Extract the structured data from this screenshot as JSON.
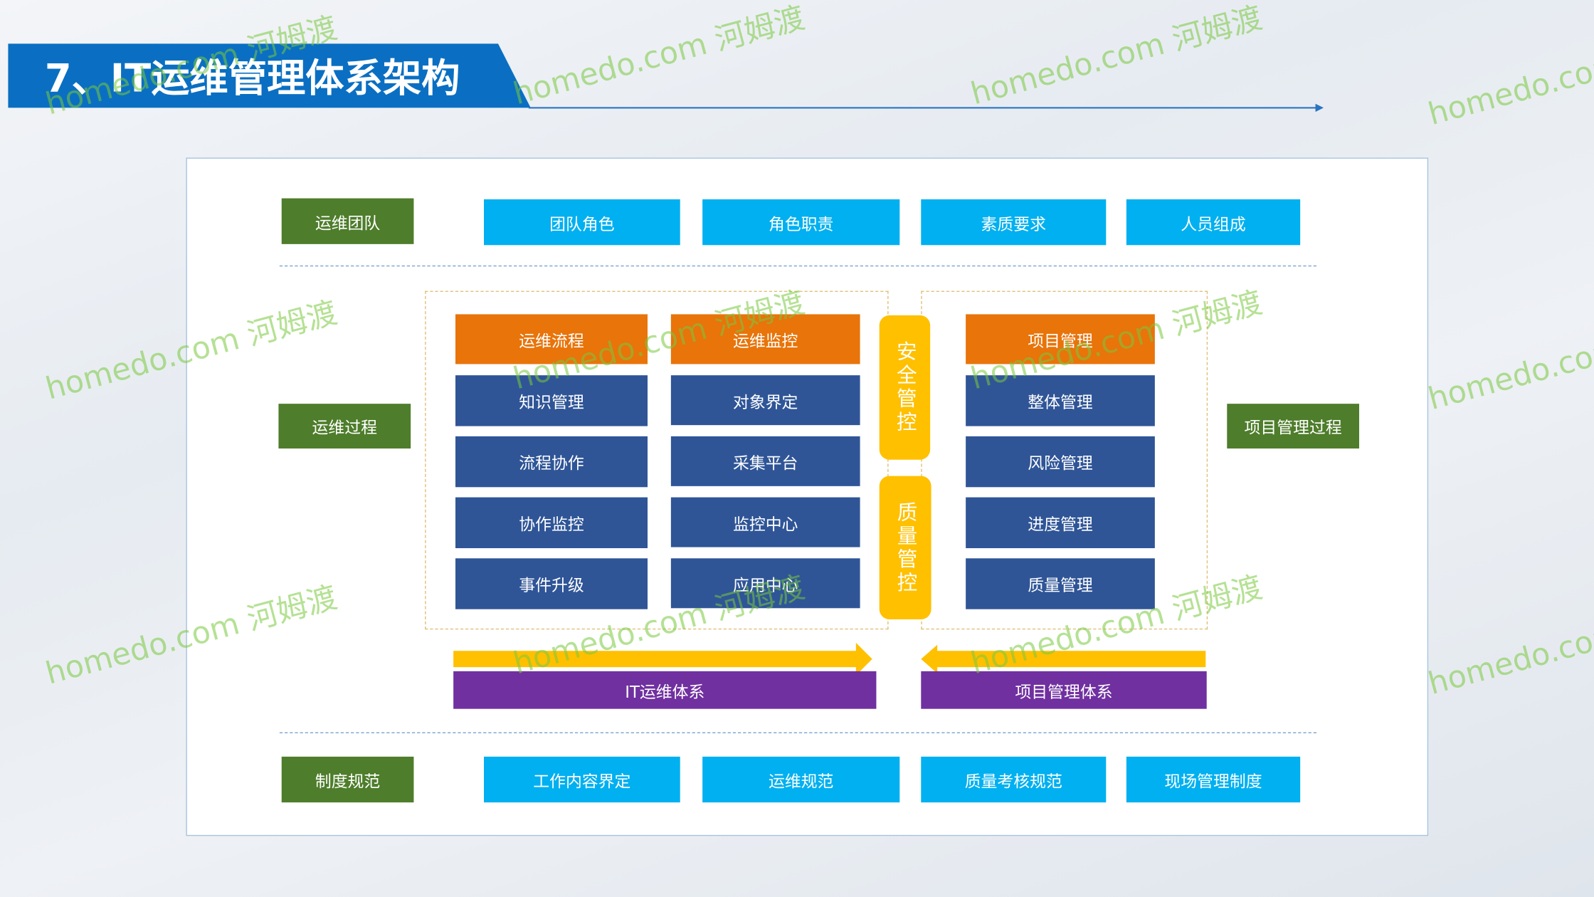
{
  "title": "7、IT运维管理体系架构",
  "watermark": "homedo.com 河姆渡",
  "team": {
    "label": "运维团队",
    "items": [
      "团队角色",
      "角色职责",
      "素质要求",
      "人员组成"
    ]
  },
  "process": {
    "label": "运维过程"
  },
  "project_process": {
    "label": "项目管理过程"
  },
  "it_ops": {
    "columns": [
      [
        "运维流程",
        "知识管理",
        "流程协作",
        "协作监控",
        "事件升级"
      ],
      [
        "运维监控",
        "对象界定",
        "采集平台",
        "监控中心",
        "应用中心"
      ]
    ],
    "system_label": "IT运维体系"
  },
  "controls": {
    "security": "安全管控",
    "quality": "质量管控"
  },
  "project_mgmt": {
    "items": [
      "项目管理",
      "整体管理",
      "风险管理",
      "进度管理",
      "质量管理"
    ],
    "system_label": "项目管理体系"
  },
  "rules": {
    "label": "制度规范",
    "items": [
      "工作内容界定",
      "运维规范",
      "质量考核规范",
      "现场管理制度"
    ]
  },
  "colors": {
    "green": "#4e7d2b",
    "cyan": "#00b0f0",
    "orange": "#e8740a",
    "blue": "#2f5597",
    "yellow": "#ffc000",
    "purple": "#7030a0",
    "title_blue": "#0a6fc2"
  }
}
